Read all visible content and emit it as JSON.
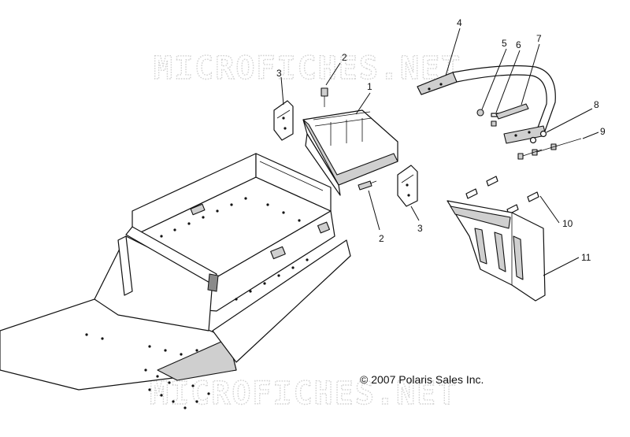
{
  "watermark": {
    "text": "MICROFICHES.NET"
  },
  "copyright": "© 2007 Polaris Sales Inc.",
  "callouts": [
    {
      "id": "1",
      "label": "1"
    },
    {
      "id": "2a",
      "label": "2"
    },
    {
      "id": "2b",
      "label": "2"
    },
    {
      "id": "3a",
      "label": "3"
    },
    {
      "id": "3b",
      "label": "3"
    },
    {
      "id": "4",
      "label": "4"
    },
    {
      "id": "5",
      "label": "5"
    },
    {
      "id": "6",
      "label": "6"
    },
    {
      "id": "7",
      "label": "7"
    },
    {
      "id": "8",
      "label": "8"
    },
    {
      "id": "9",
      "label": "9"
    },
    {
      "id": "10",
      "label": "10"
    },
    {
      "id": "11",
      "label": "11"
    }
  ]
}
